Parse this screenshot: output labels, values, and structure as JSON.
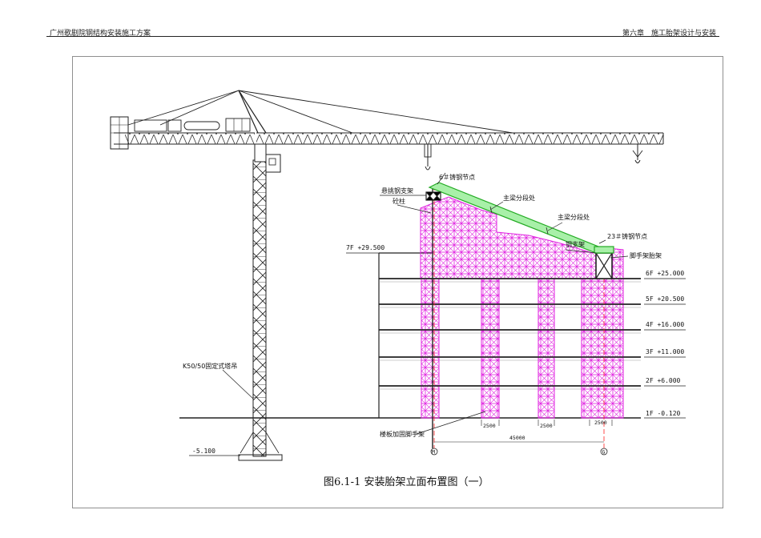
{
  "header": {
    "left": "广州歌剧院钢结构安装施工方案",
    "right": "第六章　施工胎架设计与安装"
  },
  "figure": {
    "caption": "图6.1-1 安装胎架立面布置图（一）",
    "crane_label": "K50/50固定式塔吊",
    "crane_base_level": "-5.100",
    "roof_level": "7F +29.500",
    "floor_levels": [
      "6F +25.000",
      "5F +20.500",
      "4F +16.000",
      "3F +11.000",
      "2F +6.000",
      "1F -0.120"
    ],
    "callouts": {
      "node6": "6＃铸钢节点",
      "node23": "23＃铸钢节点",
      "cantilever_support": "悬挑钢支架",
      "concrete_column": "砼柱",
      "main_beam_joint1": "主梁分段处",
      "main_beam_joint2": "主梁分段处",
      "steel_support": "钢支架",
      "scaffold_frame": "脚手架胎架",
      "floor_scaffold": "楼板加固脚手架"
    },
    "dimensions": {
      "tower_width_1": "2500",
      "tower_width_2": "2500",
      "tower_width_3": "2500",
      "span": "45000",
      "axis_m": "M",
      "axis_g": "G"
    }
  },
  "colors": {
    "scaffold": "#e020e0",
    "beam": "#33dd33",
    "steel": "#222222",
    "axis": "#ff2222"
  }
}
